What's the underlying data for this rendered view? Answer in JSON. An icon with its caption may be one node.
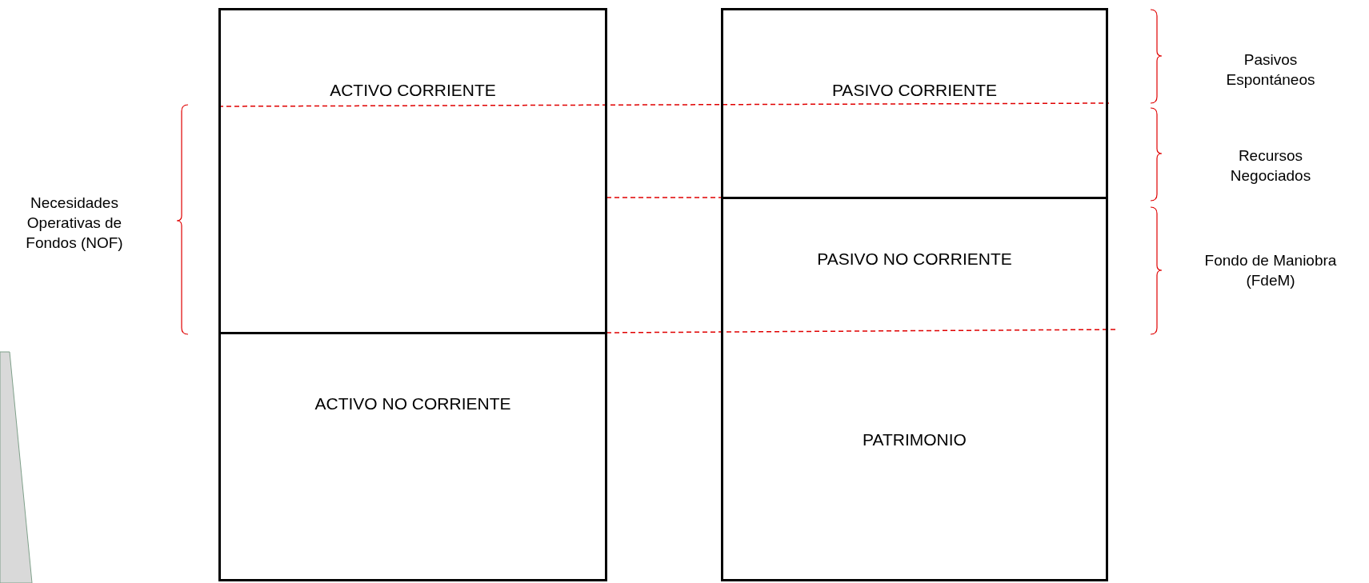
{
  "diagram": {
    "nodes": [
      {
        "text": [
          "ACTIVO CORRIENTE"
        ]
      },
      {
        "text": [
          "ACTIVO NO CORRIENTE"
        ]
      },
      {
        "text": [
          "PASIVO CORRIENTE"
        ]
      },
      {
        "text": [
          "PASIVO NO CORRIENTE"
        ]
      },
      {
        "text": [
          "PATRIMONIO"
        ]
      }
    ],
    "labels": [
      "Pasivos Espontáneos",
      "Recursos Negociados",
      "Necesidades Operativas de Fondos (NOF)",
      "Fondo de Maniobra (FdeM)"
    ]
  }
}
